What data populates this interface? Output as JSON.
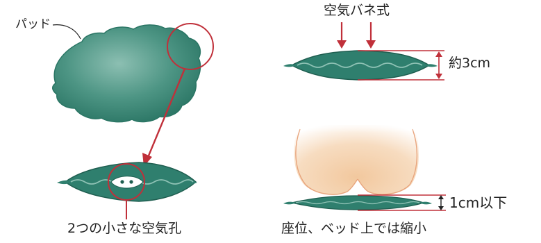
{
  "labels": {
    "pad": "パッド",
    "holes": "2つの小さな空気孔",
    "spring": "空気バネ式",
    "thickness": "約3cm",
    "compressed": "1cm以下",
    "seated": "座位、ベッド上では縮小"
  },
  "colors": {
    "pad_fill": "#2f7f6e",
    "pad_highlight": "#7fb5a8",
    "pad_edge": "#1f5e50",
    "accent_red": "#c0303a",
    "body_fill": "#f6d5b4",
    "body_outline": "#e8a47c"
  }
}
